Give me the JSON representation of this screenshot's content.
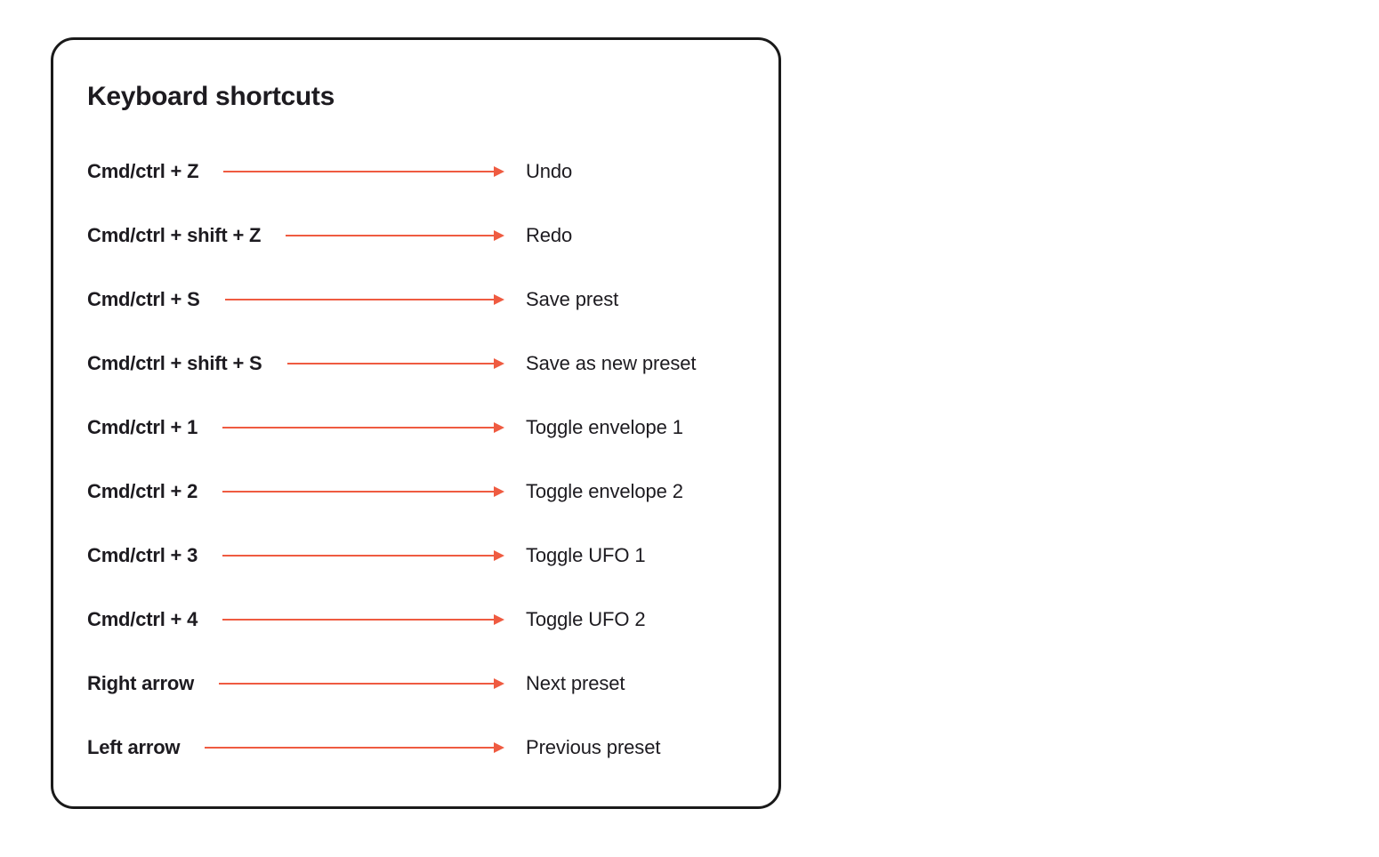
{
  "colors": {
    "page_background": "#ffffff",
    "card_background": "#ffffff",
    "card_border": "#1a1a1a",
    "text": "#1d1b20",
    "arrow": "#ef5b41"
  },
  "card": {
    "title": "Keyboard shortcuts"
  },
  "icons": {
    "row_arrow": "right-arrow"
  },
  "shortcuts": [
    {
      "keys": "Cmd/ctrl + Z",
      "action": "Undo"
    },
    {
      "keys": "Cmd/ctrl + shift + Z",
      "action": "Redo"
    },
    {
      "keys": "Cmd/ctrl + S",
      "action": "Save prest"
    },
    {
      "keys": "Cmd/ctrl + shift + S",
      "action": "Save as new preset"
    },
    {
      "keys": "Cmd/ctrl + 1",
      "action": "Toggle envelope 1"
    },
    {
      "keys": "Cmd/ctrl + 2",
      "action": "Toggle envelope 2"
    },
    {
      "keys": "Cmd/ctrl + 3",
      "action": "Toggle UFO 1"
    },
    {
      "keys": "Cmd/ctrl + 4",
      "action": "Toggle UFO 2"
    },
    {
      "keys": "Right arrow",
      "action": "Next preset"
    },
    {
      "keys": "Left arrow",
      "action": "Previous preset"
    }
  ]
}
